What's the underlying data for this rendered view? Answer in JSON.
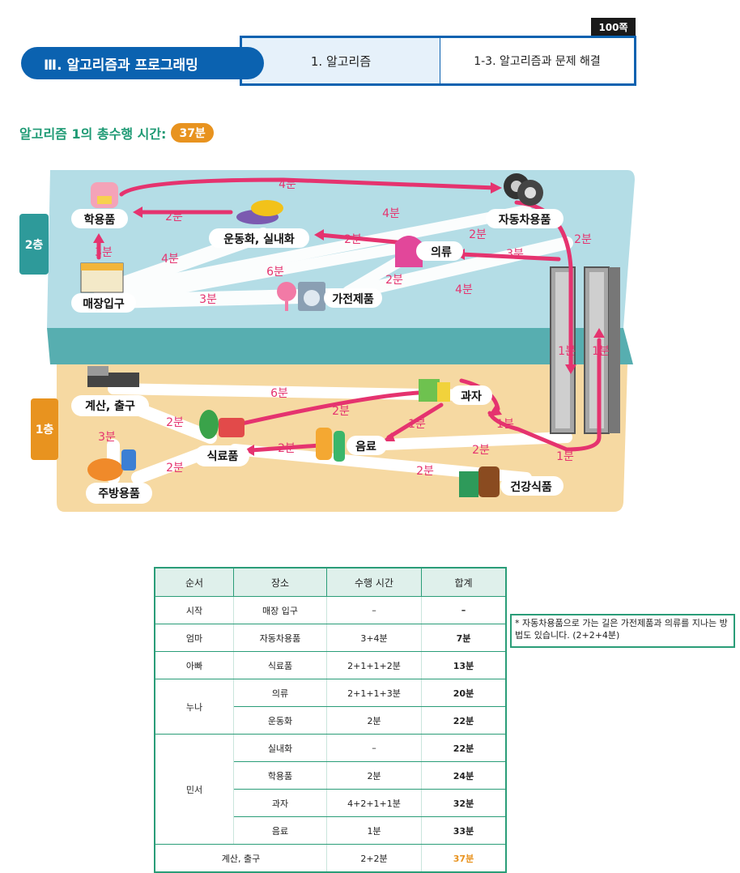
{
  "header": {
    "page_badge": "100쪽",
    "chapter": "Ⅲ. 알고리즘과 프로그래밍",
    "crumb_section": "1. 알고리즘",
    "crumb_subsection": "1-3. 알고리즘과 문제 해결"
  },
  "total": {
    "label": "알고리즘 1의 총수행 시간:",
    "value": "37분"
  },
  "map": {
    "floor2": "2층",
    "floor1": "1층",
    "places": {
      "school": "학용품",
      "shoes": "운동화, 실내화",
      "car": "자동차용품",
      "clothes": "의류",
      "entrance": "매장입구",
      "appliance": "가전제품",
      "checkout": "계산, 출구",
      "snack": "과자",
      "food": "식료품",
      "drink": "음료",
      "kitchen": "주방용품",
      "health": "건강식품"
    },
    "times": {
      "entrance_car": "4분",
      "shoes_school": "2분",
      "car_shoes": "4분",
      "clothes_shoes": "2분",
      "entrance_school": "3분",
      "entrance_shoes": "4분",
      "car_clothes_2": "2분",
      "car_down": "2분",
      "clothes_up": "3분",
      "entrance_clothes": "6분",
      "appliance_clothes": "2분",
      "appliance_car": "4분",
      "entrance_appliance": "3분",
      "esc_down": "1분",
      "esc_up": "1분",
      "checkout_snack": "6분",
      "food_snack": "2분",
      "checkout_food": "2분",
      "snack_drink": "1분",
      "esc_snack": "1분",
      "drink_food": "2분",
      "kitchen_checkout": "3분",
      "food_kitchen": "2분",
      "drink_esc": "2분",
      "food_health": "2분",
      "health_esc": "1분"
    }
  },
  "table": {
    "headers": [
      "순서",
      "장소",
      "수행 시간",
      "합계"
    ],
    "rows": [
      {
        "who": "시작",
        "place": "매장 입구",
        "time": "–",
        "sum": "–"
      },
      {
        "who": "엄마",
        "place": "자동차용품",
        "time": "3+4분",
        "sum": "7분"
      },
      {
        "who": "아빠",
        "place": "식료품",
        "time": "2+1+1+2분",
        "sum": "13분"
      },
      {
        "who": "누나",
        "place": "의류",
        "time": "2+1+1+3분",
        "sum": "20분"
      },
      {
        "who": "",
        "place": "운동화",
        "time": "2분",
        "sum": "22분"
      },
      {
        "who": "민서",
        "place": "실내화",
        "time": "–",
        "sum": "22분"
      },
      {
        "who": "",
        "place": "학용품",
        "time": "2분",
        "sum": "24분"
      },
      {
        "who": "",
        "place": "과자",
        "time": "4+2+1+1분",
        "sum": "32분"
      },
      {
        "who": "",
        "place": "음료",
        "time": "1분",
        "sum": "33분"
      },
      {
        "who": "계산, 출구",
        "place": "",
        "time": "2+2분",
        "sum": "37분"
      }
    ]
  },
  "note": "* 자동차용품으로 가는 길은 가전제품과 의류를 지나는 방법도 있습니다. (2+2+4분)",
  "colors": {
    "route": "#e5336f",
    "teal": "#2a9d78",
    "blue": "#0b62b0",
    "orange": "#e8931f"
  }
}
